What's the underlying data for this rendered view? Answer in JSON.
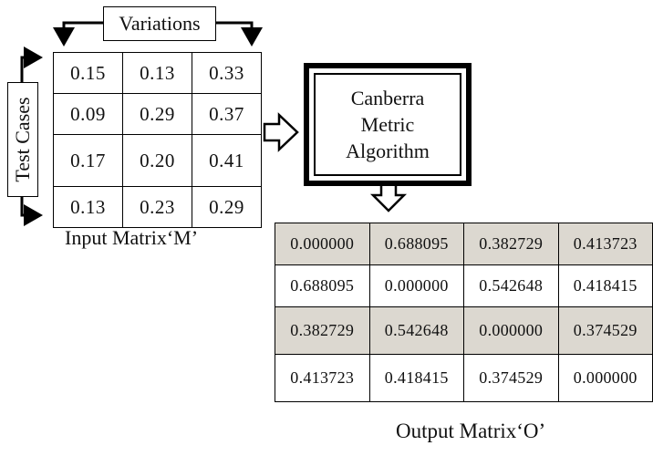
{
  "input_matrix": {
    "caption": "Input Matrix‘M’",
    "rows": [
      [
        "0.15",
        "0.13",
        "0.33"
      ],
      [
        "0.09",
        "0.29",
        "0.37"
      ],
      [
        "0.17",
        "0.20",
        "0.41"
      ],
      [
        "0.13",
        "0.23",
        "0.29"
      ]
    ]
  },
  "labels": {
    "variations": "Variations",
    "test_cases": "Test Cases"
  },
  "algorithm": {
    "lines": [
      "Canberra",
      "Metric",
      "Algorithm"
    ]
  },
  "output_matrix": {
    "caption": "Output Matrix‘O’",
    "shaded_row_color": "#dcd8d0",
    "rows": [
      [
        "0.000000",
        "0.688095",
        "0.382729",
        "0.413723"
      ],
      [
        "0.688095",
        "0.000000",
        "0.542648",
        "0.418415"
      ],
      [
        "0.382729",
        "0.542648",
        "0.000000",
        "0.374529"
      ],
      [
        "0.413723",
        "0.418415",
        "0.374529",
        "0.000000"
      ]
    ]
  }
}
